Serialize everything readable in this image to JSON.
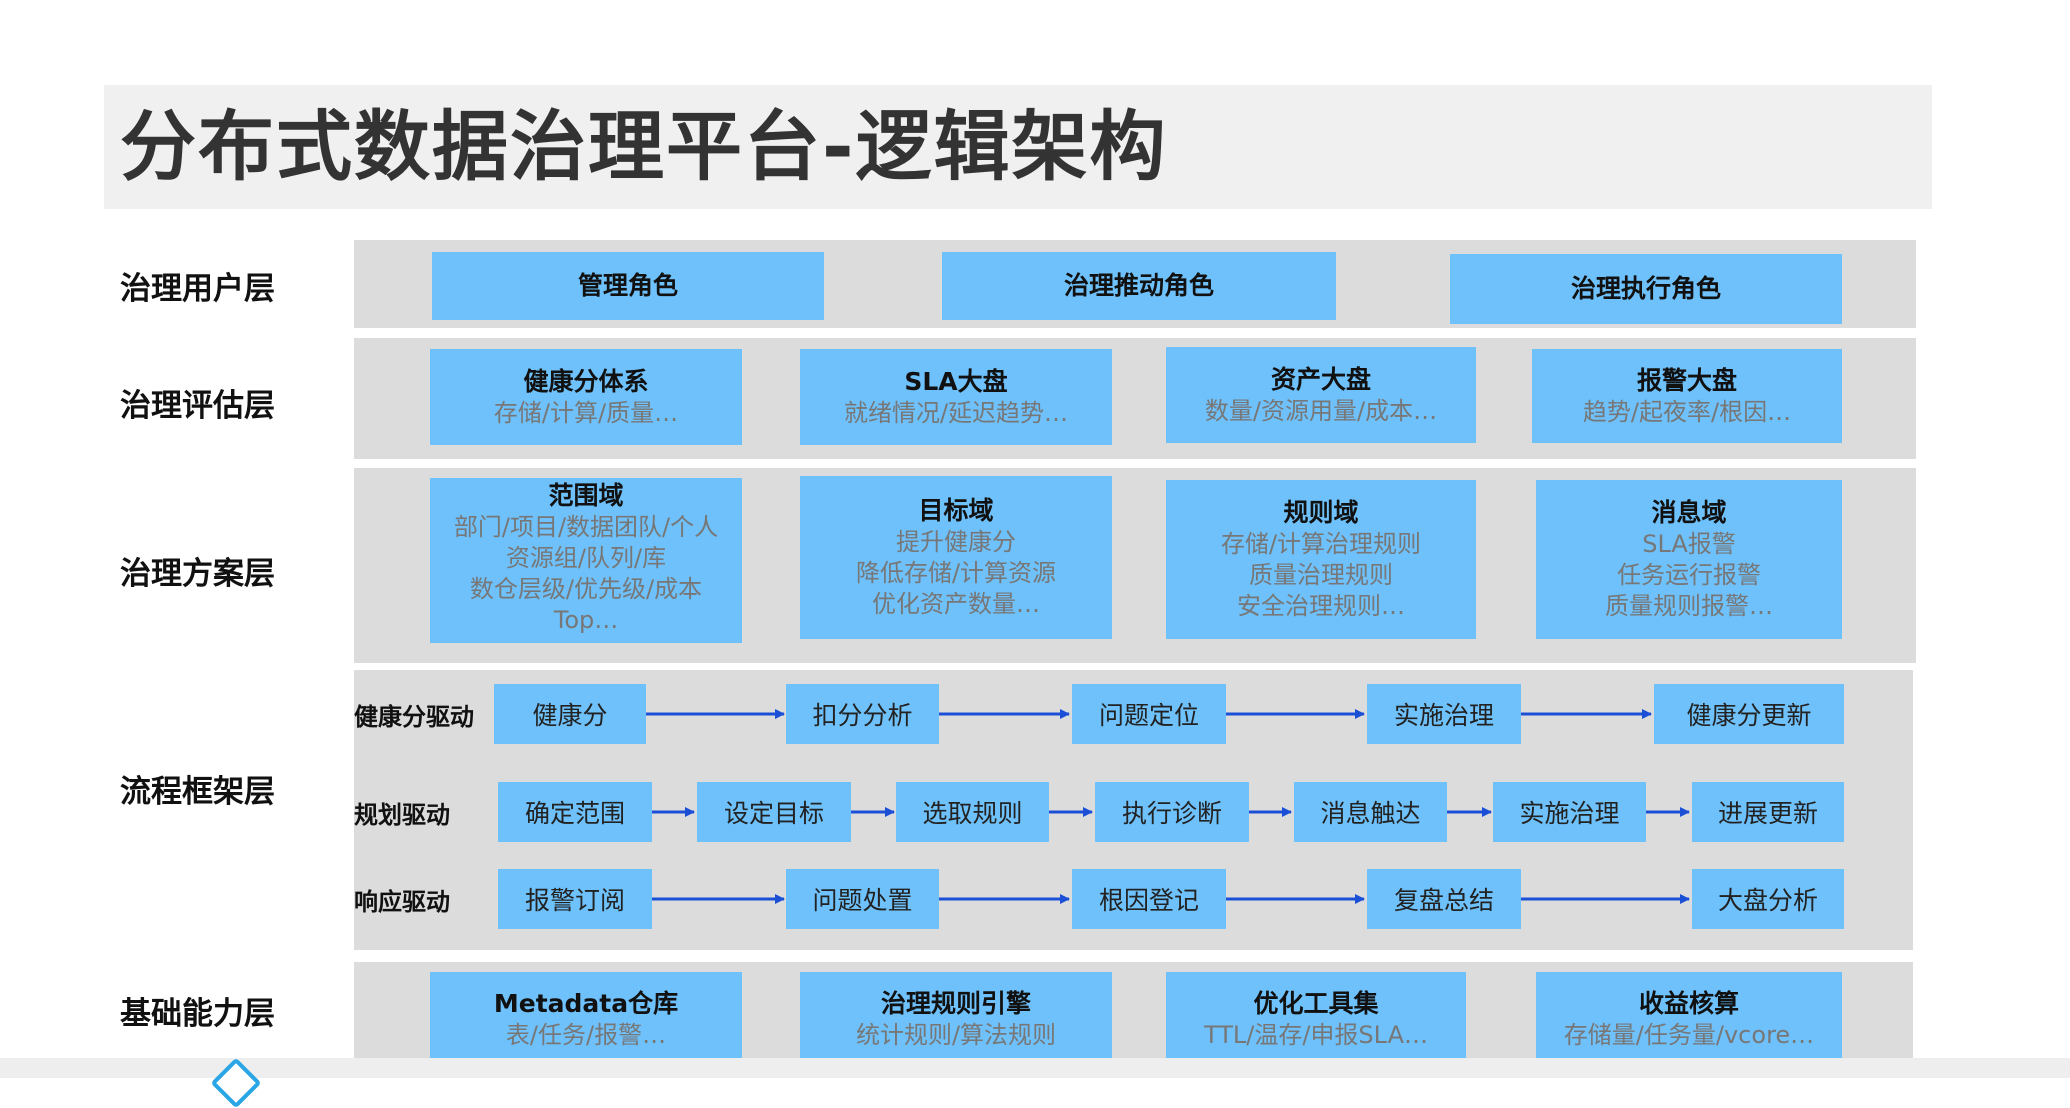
{
  "title": "分布式数据治理平台-逻辑架构",
  "layers": {
    "user": "治理用户层",
    "eval": "治理评估层",
    "plan": "治理方案层",
    "flow": "流程框架层",
    "base": "基础能力层"
  },
  "user_roles": [
    "管理角色",
    "治理推动角色",
    "治理执行角色"
  ],
  "eval_boxes": [
    {
      "title": "健康分体系",
      "lines": [
        "存储/计算/质量…"
      ]
    },
    {
      "title": "SLA大盘",
      "lines": [
        "就绪情况/延迟趋势…"
      ]
    },
    {
      "title": "资产大盘",
      "lines": [
        "数量/资源用量/成本…"
      ]
    },
    {
      "title": "报警大盘",
      "lines": [
        "趋势/起夜率/根因…"
      ]
    }
  ],
  "plan_boxes": [
    {
      "title": "范围域",
      "lines": [
        "部门/项目/数据团队/个人",
        "资源组/队列/库",
        "数仓层级/优先级/成本",
        "Top…"
      ]
    },
    {
      "title": "目标域",
      "lines": [
        "提升健康分",
        "降低存储/计算资源",
        "优化资产数量…"
      ]
    },
    {
      "title": "规则域",
      "lines": [
        "存储/计算治理规则",
        "质量治理规则",
        "安全治理规则…"
      ]
    },
    {
      "title": "消息域",
      "lines": [
        "SLA报警",
        "任务运行报警",
        "质量规则报警…"
      ]
    }
  ],
  "flows": [
    {
      "label": "健康分驱动",
      "steps": [
        "健康分",
        "扣分分析",
        "问题定位",
        "实施治理",
        "健康分更新"
      ]
    },
    {
      "label": "规划驱动",
      "steps": [
        "确定范围",
        "设定目标",
        "选取规则",
        "执行诊断",
        "消息触达",
        "实施治理",
        "进展更新"
      ]
    },
    {
      "label": "响应驱动",
      "steps": [
        "报警订阅",
        "问题处置",
        "根因登记",
        "复盘总结",
        "大盘分析"
      ]
    }
  ],
  "base_boxes": [
    {
      "title": "Metadata仓库",
      "lines": [
        "表/任务/报警…"
      ]
    },
    {
      "title": "治理规则引擎",
      "lines": [
        "统计规则/算法规则"
      ]
    },
    {
      "title": "优化工具集",
      "lines": [
        "TTL/温存/申报SLA…"
      ]
    },
    {
      "title": "收益核算",
      "lines": [
        "存储量/任务量/vcore…"
      ]
    }
  ],
  "colors": {
    "box": "#6ec1fb",
    "band": "#dcdcdc",
    "arrow": "#1a4fd6",
    "title_bg": "#f0f0f0"
  }
}
